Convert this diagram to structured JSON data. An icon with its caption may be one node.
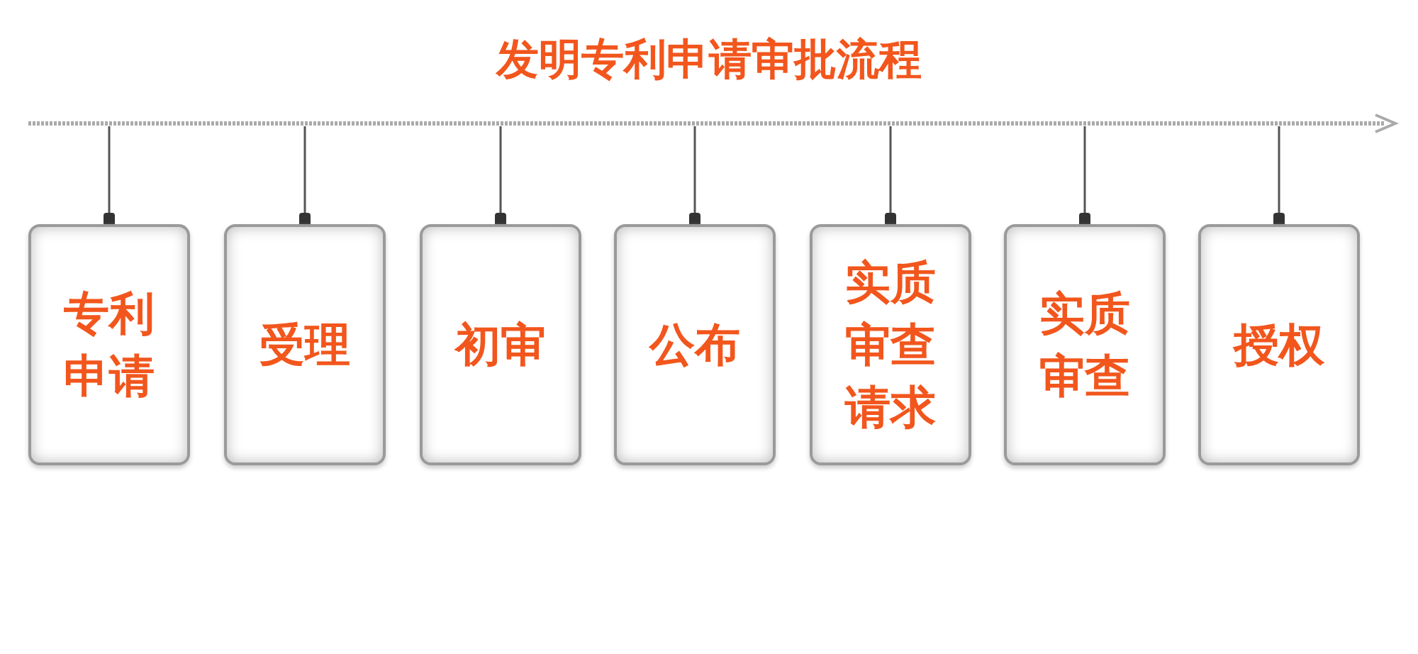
{
  "diagram": {
    "title": "发明专利申请审批流程",
    "nodes": [
      {
        "text": [
          "专利申请"
        ]
      },
      {
        "text": [
          "受理"
        ]
      },
      {
        "text": [
          "初审"
        ]
      },
      {
        "text": [
          "公布"
        ]
      },
      {
        "text": [
          "实质审查请求"
        ]
      },
      {
        "text": [
          "实质审查"
        ]
      },
      {
        "text": [
          "授权"
        ]
      }
    ],
    "edges": []
  }
}
